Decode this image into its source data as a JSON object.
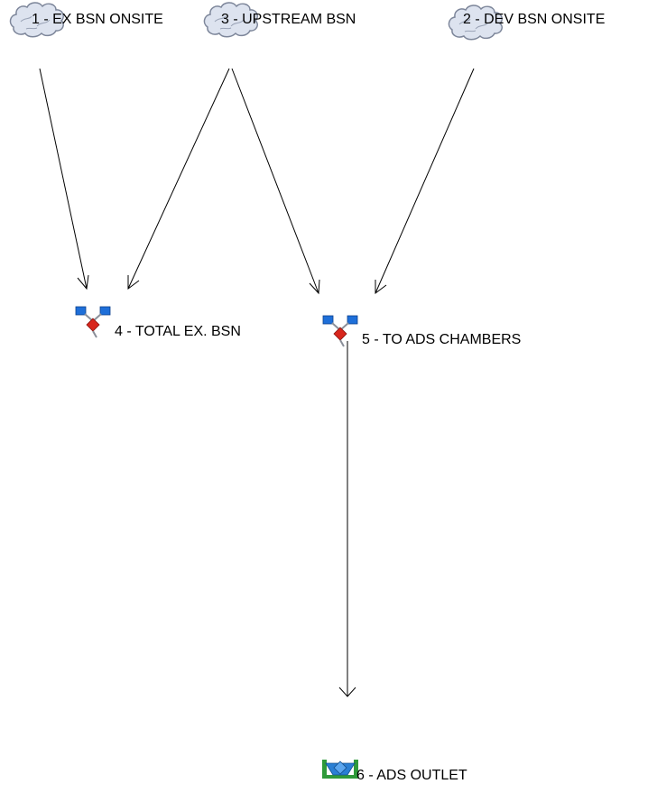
{
  "nodes": [
    {
      "id": "n1",
      "type": "subbasin",
      "icon": "cloud-icon",
      "label": "1 - EX BSN ONSITE"
    },
    {
      "id": "n3",
      "type": "subbasin",
      "icon": "cloud-icon",
      "label": "3 - UPSTREAM BSN"
    },
    {
      "id": "n2",
      "type": "subbasin",
      "icon": "cloud-icon",
      "label": "2 - DEV BSN ONSITE"
    },
    {
      "id": "n4",
      "type": "junction",
      "icon": "junction-icon",
      "label": "4 - TOTAL EX. BSN"
    },
    {
      "id": "n5",
      "type": "junction",
      "icon": "junction-icon",
      "label": "5 - TO ADS CHAMBERS"
    },
    {
      "id": "n6",
      "type": "reservoir",
      "icon": "reservoir-icon",
      "label": "6 - ADS OUTLET"
    }
  ],
  "edges": [
    {
      "from": "n1",
      "to": "n4"
    },
    {
      "from": "n3",
      "to": "n4"
    },
    {
      "from": "n3",
      "to": "n5"
    },
    {
      "from": "n2",
      "to": "n5"
    },
    {
      "from": "n5",
      "to": "n6"
    }
  ],
  "colors": {
    "cloud_fill": "#dde3ef",
    "cloud_stroke": "#7d869a",
    "junction_blue": "#1e6fd9",
    "junction_red": "#d8261c",
    "reservoir_green": "#2f9a3a",
    "reservoir_blue": "#2a7fd4"
  }
}
